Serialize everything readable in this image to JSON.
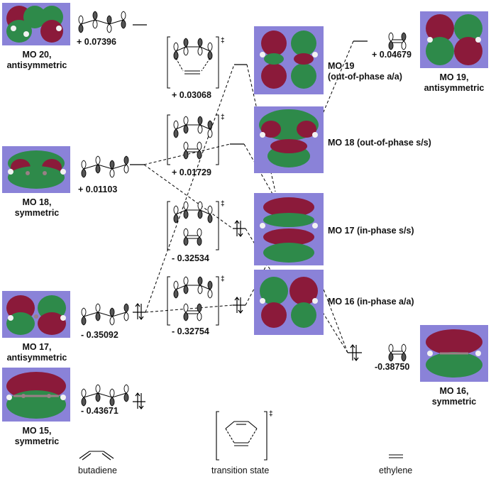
{
  "colors": {
    "tile_bg": "#8a82d8",
    "lobe_red": "#8b1a3a",
    "lobe_green": "#2e8a4a",
    "atom_gray": "#9a7f86",
    "hydrogen": "#f2f2f2",
    "line": "#000000"
  },
  "butadiene": {
    "mo20": {
      "label_1": "MO 20,",
      "label_2": "antisymmetric",
      "energy": "+ 0.07396"
    },
    "mo18": {
      "label_1": "MO 18,",
      "label_2": "symmetric",
      "energy": "+ 0.01103"
    },
    "mo17": {
      "label_1": "MO 17,",
      "label_2": "antisymmetric",
      "energy": "- 0.35092"
    },
    "mo15": {
      "label_1": "MO 15,",
      "label_2": "symmetric",
      "energy": "- 0.43671"
    },
    "caption": "butadiene"
  },
  "transition_state": {
    "ts1": {
      "energy": "+ 0.03068",
      "mark": "‡"
    },
    "ts2": {
      "energy": "+ 0.01729",
      "mark": "‡"
    },
    "ts3": {
      "energy": "- 0.32534",
      "mark": "‡"
    },
    "ts4": {
      "energy": "- 0.32754",
      "mark": "‡"
    },
    "mo19": {
      "label_1": "MO 19",
      "label_2": "(out-of-phase a/a)"
    },
    "mo18": {
      "label": "MO 18 (out-of-phase s/s)"
    },
    "mo17": {
      "label": "MO 17 (in-phase s/s)"
    },
    "mo16": {
      "label": "MO 16 (in-phase a/a)"
    },
    "caption": "transition state",
    "caption_mark": "‡"
  },
  "ethylene": {
    "mo19": {
      "label_1": "MO 19,",
      "label_2": "antisymmetric",
      "energy": "+ 0.04679"
    },
    "mo16": {
      "label_1": "MO 16,",
      "label_2": "symmetric",
      "energy": "-0.38750"
    },
    "caption": "ethylene"
  }
}
